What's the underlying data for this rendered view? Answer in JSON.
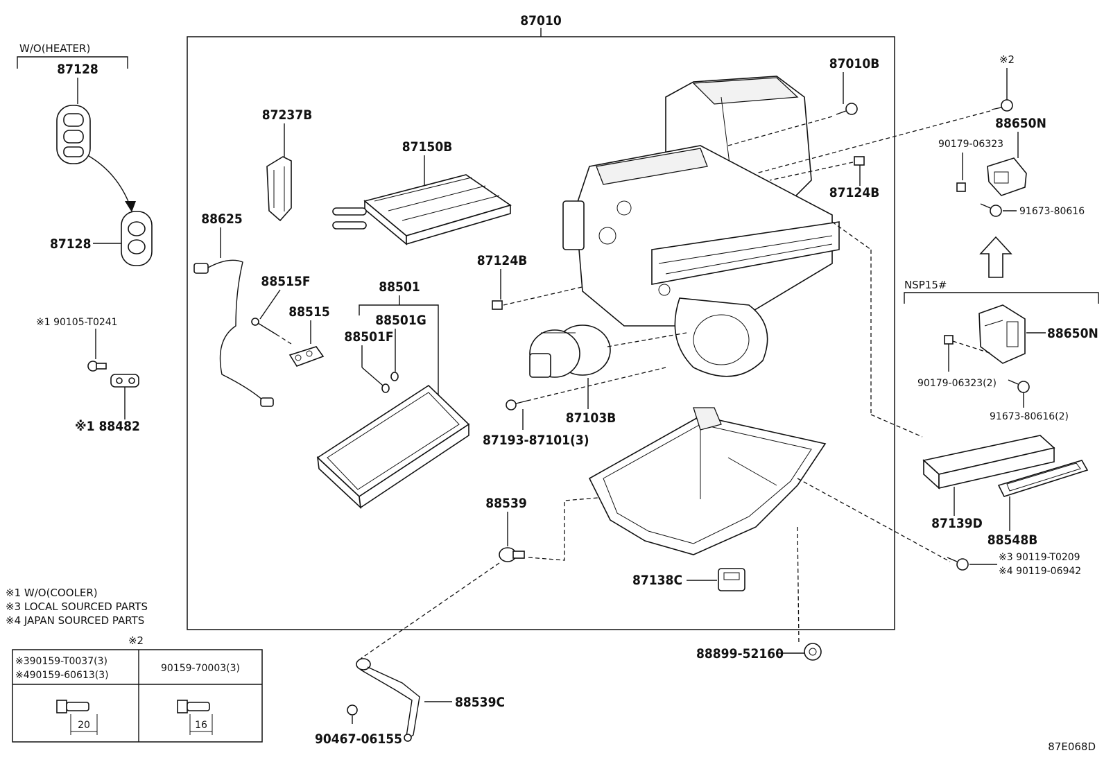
{
  "labels": {
    "assy": "87010",
    "wo_heater": "W/O(HEATER)",
    "p87128_top": "87128",
    "p87128_bot": "87128",
    "p90105": "※1 90105-T0241",
    "p88482": "※1 88482",
    "p87237B": "87237B",
    "p87150B": "87150B",
    "p88625": "88625",
    "p88515F": "88515F",
    "p88515": "88515",
    "p88501": "88501",
    "p88501G": "88501G",
    "p88501F": "88501F",
    "p87124B_l": "87124B",
    "p87010B": "87010B",
    "p87124B_r": "87124B",
    "p87103B": "87103B",
    "p87193": "87193-87101(3)",
    "p88539": "88539",
    "p87138C": "87138C",
    "p88899": "88899-52160",
    "p88539C": "88539C",
    "p90467": "90467-06155",
    "ref2_top": "※2",
    "p88650N_top": "88650N",
    "p90179_top": "90179-06323",
    "p91673_top": "91673-80616",
    "nsp15": "NSP15#",
    "p88650N_bot": "88650N",
    "p90179_bot": "90179-06323(2)",
    "p91673_bot": "91673-80616(2)",
    "p87139D": "87139D",
    "p88548B": "88548B",
    "p90119_3": "※3  90119-T0209",
    "p90119_4": "※4  90119-06942",
    "code": "87E068D"
  },
  "notes": {
    "n1": "※1 W/O(COOLER)",
    "n3": "※3 LOCAL SOURCED PARTS",
    "n4": "※4 JAPAN SOURCED PARTS"
  },
  "table": {
    "ref": "※2",
    "col1_row1": "※390159-T0037(3)",
    "col1_row2": "※490159-60613(3)",
    "col2": "90159-70003(3)",
    "dim1": "20",
    "dim2": "16"
  }
}
